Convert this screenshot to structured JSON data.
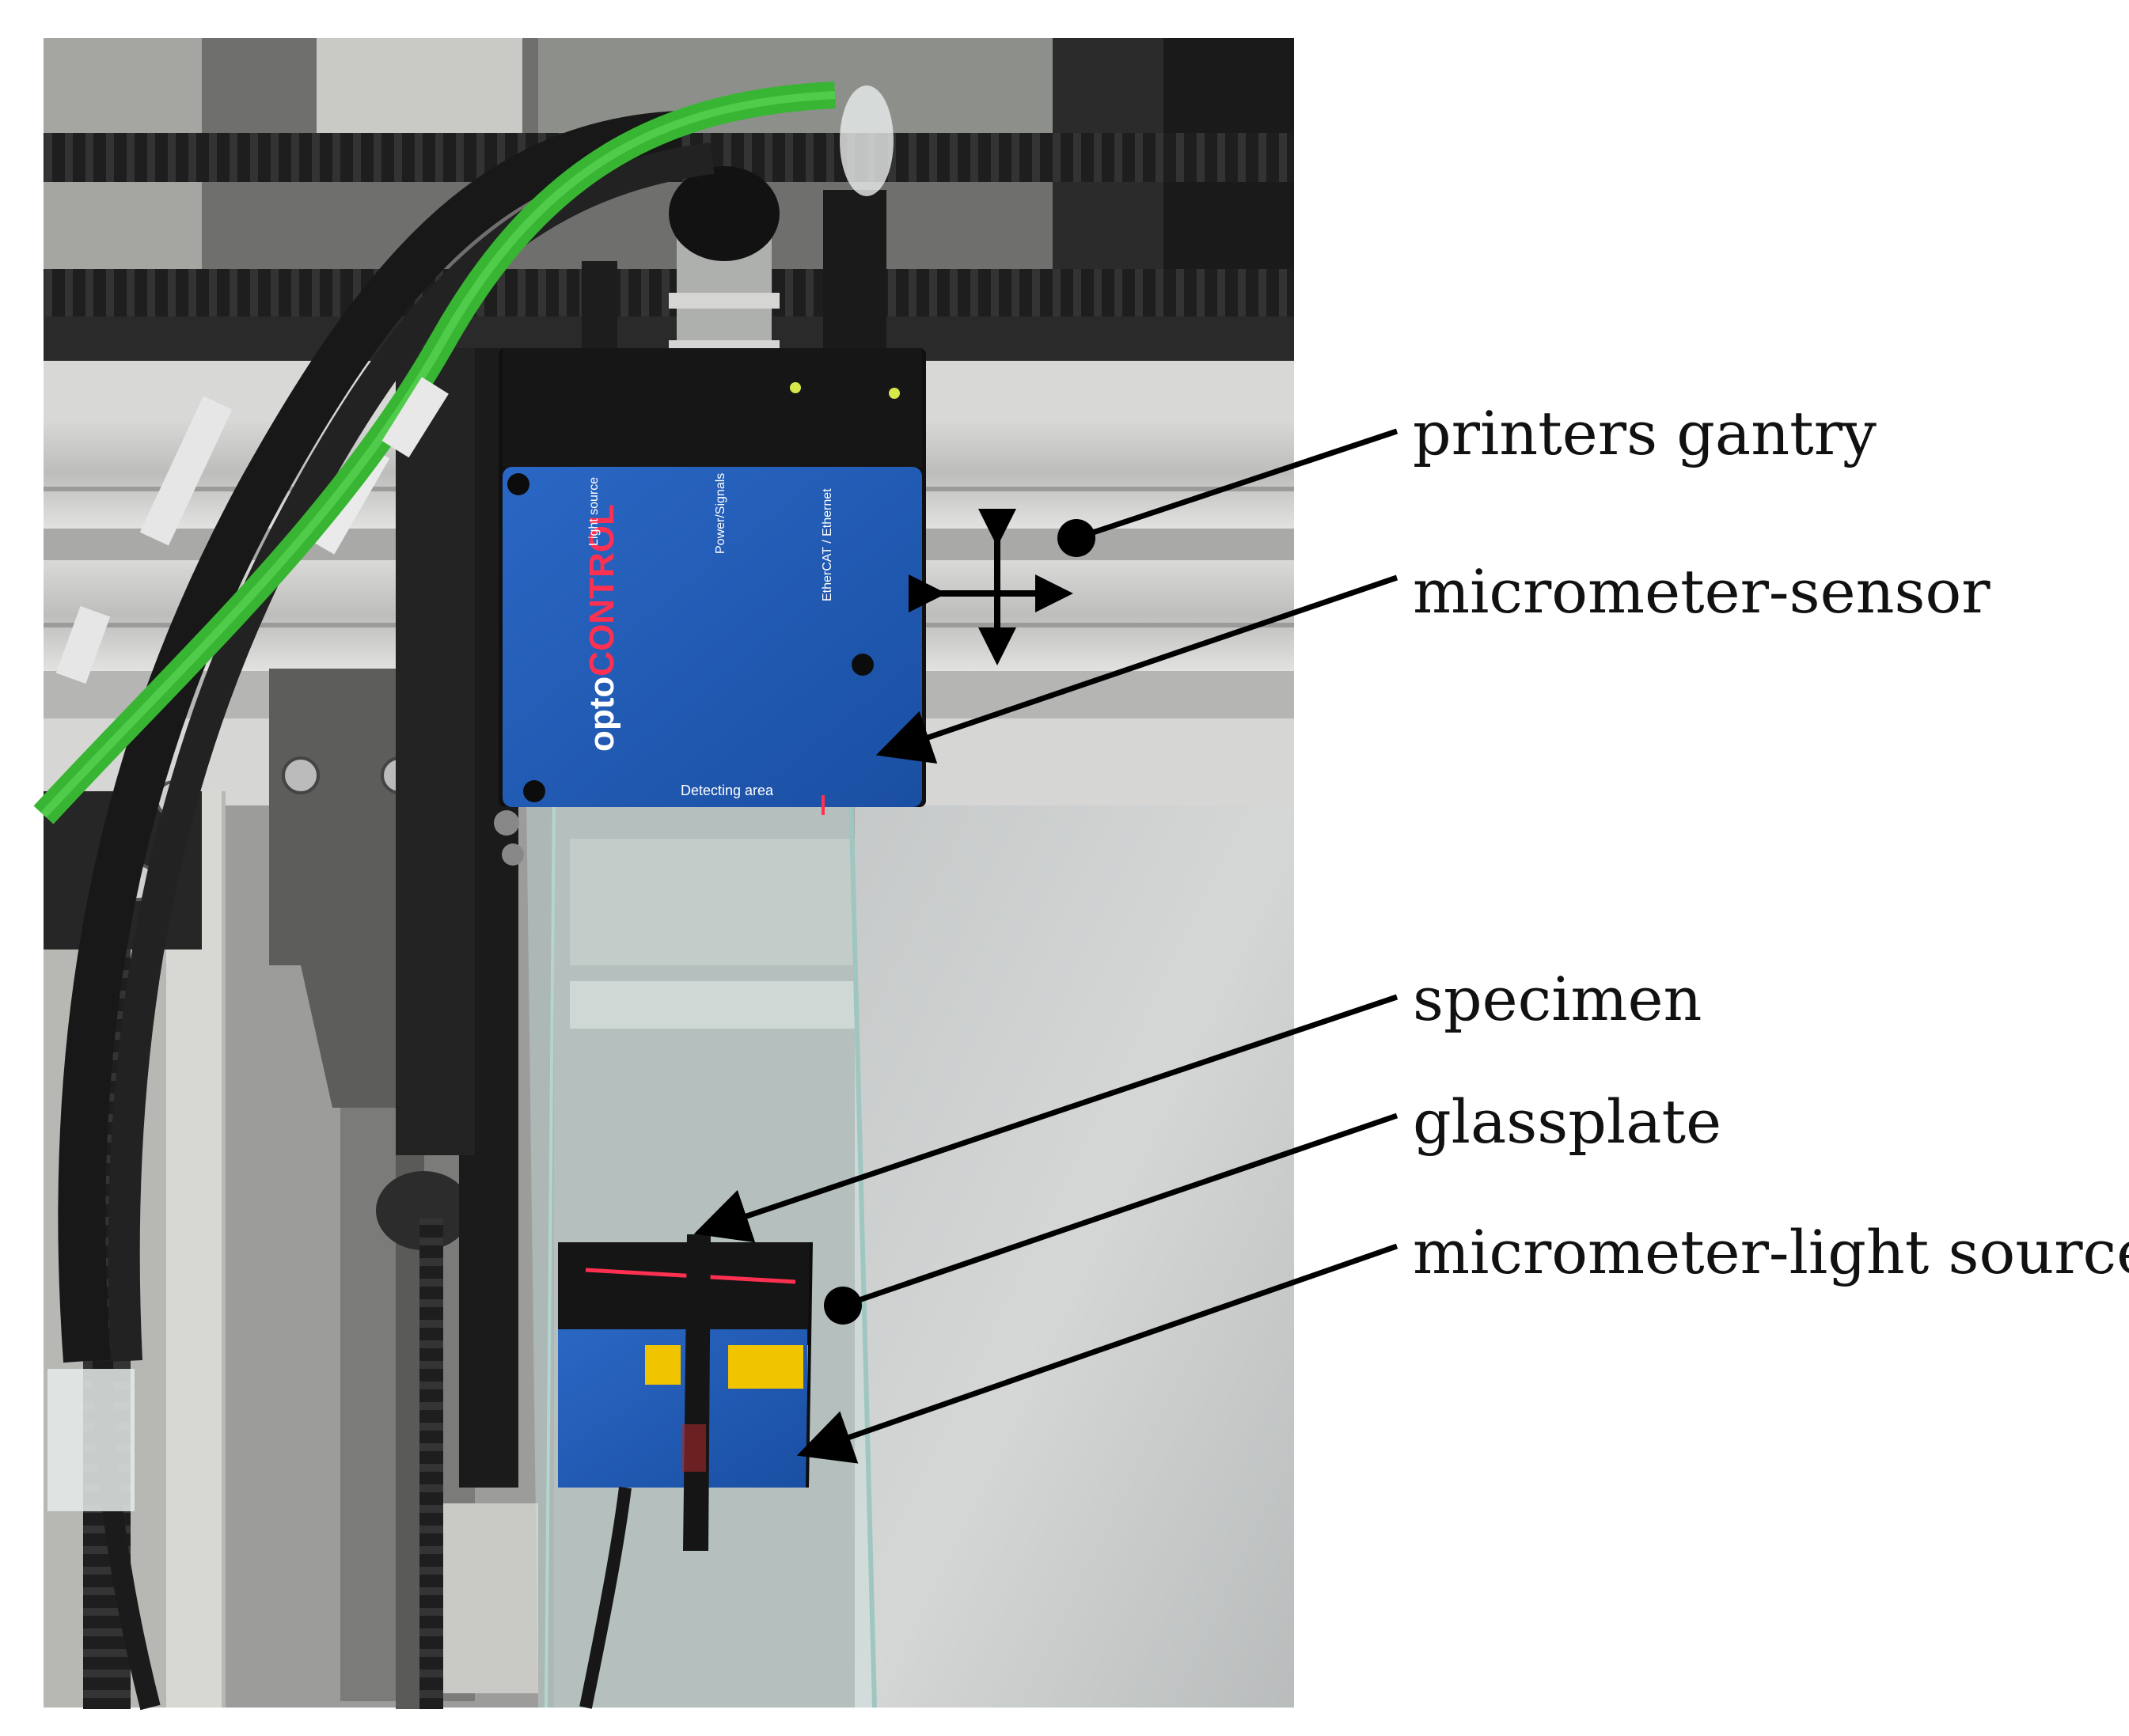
{
  "figure": {
    "annotations": [
      {
        "id": "printers-gantry",
        "text": "printers gantry",
        "marker": "dot"
      },
      {
        "id": "micrometer-sensor",
        "text": "micrometer-sensor",
        "marker": "arrow"
      },
      {
        "id": "specimen",
        "text": "specimen",
        "marker": "arrow"
      },
      {
        "id": "glassplate",
        "text": "glassplate",
        "marker": "dot"
      },
      {
        "id": "micrometer-light-source",
        "text": "micrometer-light source",
        "marker": "arrow"
      }
    ],
    "device_text": {
      "brand_prefix": "opto",
      "brand_suffix": "CONTROL",
      "detecting_area": "Detecting area",
      "port_power": "Power/Signals",
      "port_light": "Light source",
      "port_ethercat": "EtherCAT / Ethernet"
    },
    "colors": {
      "sensor_blue": "#1f5bb8",
      "cable_green": "#3fbf3a",
      "frame_dark": "#1b1b1b",
      "aluminium": "#c8c8c6",
      "laser_red": "#ff3050"
    }
  }
}
